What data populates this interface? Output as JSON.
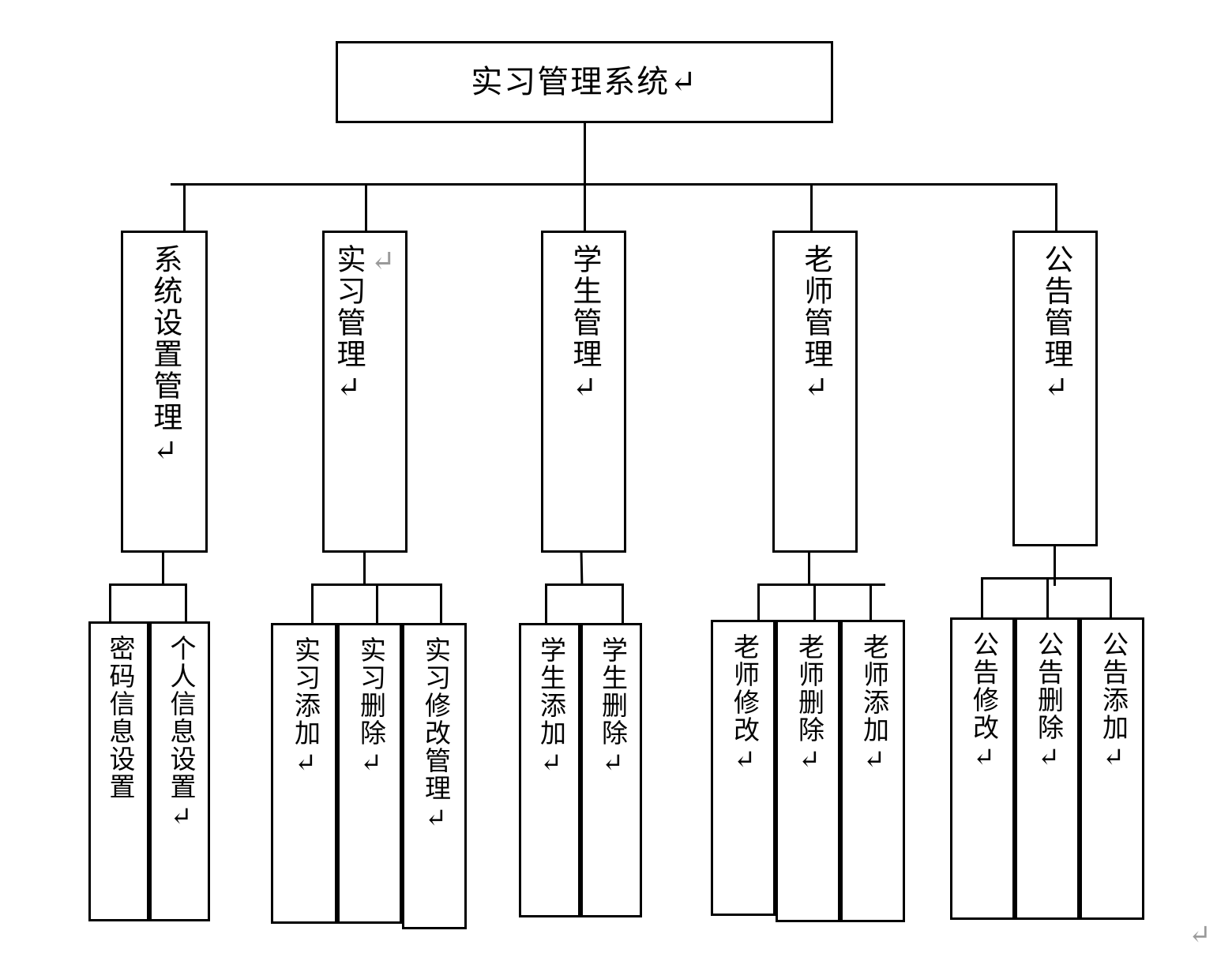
{
  "diagram": {
    "type": "tree-hierarchy-chart",
    "title_text": "实习管理系统↵",
    "pilcrow": "↵",
    "colors": {
      "line": "#000000",
      "text": "#000000",
      "pilcrow": "#9a9a9a",
      "background": "#ffffff"
    },
    "root": {
      "label": "实习管理系统↵"
    },
    "level2": [
      {
        "label": "系统设置管理↵",
        "extra": ""
      },
      {
        "label": "实习管理↵",
        "extra": "↵"
      },
      {
        "label": "学生管理↵",
        "extra": ""
      },
      {
        "label": "老师管理↵",
        "extra": ""
      },
      {
        "label": "公告管理↵",
        "extra": ""
      }
    ],
    "groups": [
      {
        "parent": "系统设置管理↵",
        "leaves": [
          {
            "label": "密码信息设置"
          },
          {
            "label": "个人信息设置↵"
          }
        ]
      },
      {
        "parent": "实习管理↵",
        "leaves": [
          {
            "label": "实习添加↵"
          },
          {
            "label": "实习删除↵"
          },
          {
            "label": "实习修改管理↵"
          }
        ]
      },
      {
        "parent": "学生管理↵",
        "leaves": [
          {
            "label": "学生添加↵"
          },
          {
            "label": "学生删除↵"
          }
        ]
      },
      {
        "parent": "老师管理↵",
        "leaves": [
          {
            "label": "老师修改↵"
          },
          {
            "label": "老师删除↵"
          },
          {
            "label": "老师添加↵"
          }
        ]
      },
      {
        "parent": "公告管理↵",
        "leaves": [
          {
            "label": "公告修改↵"
          },
          {
            "label": "公告删除↵"
          },
          {
            "label": "公告添加↵"
          }
        ]
      }
    ],
    "trailing_mark": "↵"
  }
}
